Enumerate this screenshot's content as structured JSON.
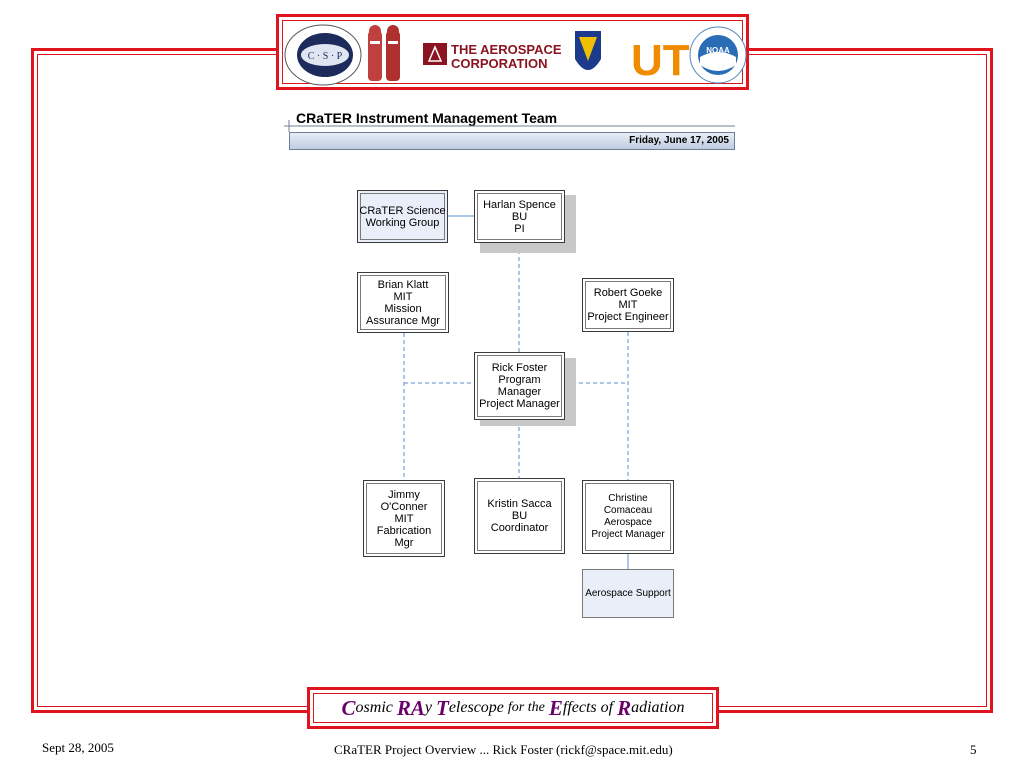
{
  "header": {
    "logos": [
      {
        "icon": "csp-logo",
        "text": "C · S · P"
      },
      {
        "icon": "astronauts-icon"
      },
      {
        "icon": "aerospace-logo",
        "text": "THE AEROSPACE CORPORATION"
      },
      {
        "icon": "shield-icon"
      },
      {
        "icon": "ut-logo",
        "text": "UT"
      },
      {
        "icon": "noaa-logo",
        "text": "NOAA"
      }
    ]
  },
  "chart": {
    "title": "CRaTER Instrument Management Team",
    "date": "Friday, June 17, 2005"
  },
  "nodes": {
    "science": [
      "CRaTER Science",
      "Working Group"
    ],
    "spence": [
      "Harlan Spence",
      "BU",
      "PI"
    ],
    "klatt": [
      "Brian Klatt",
      "MIT",
      "Mission",
      "Assurance Mgr"
    ],
    "goeke": [
      "Robert Goeke",
      "MIT",
      "Project Engineer"
    ],
    "foster": [
      "Rick Foster",
      "Program",
      "Manager",
      "Project Manager"
    ],
    "oconner": [
      "Jimmy",
      "O'Conner",
      "MIT",
      "Fabrication",
      "Mgr"
    ],
    "sacca": [
      "Kristin Sacca",
      "BU",
      "Coordinator"
    ],
    "comaceau": [
      "Christine",
      "Comaceau",
      "Aerospace",
      "Project Manager"
    ],
    "support": [
      "Aerospace Support"
    ]
  },
  "tagline": {
    "c": "C",
    "osmic": "osmic ",
    "ra": "RA",
    "y": "y ",
    "t": "T",
    "elescope": "elescope ",
    "forthe": "for the ",
    "e": "E",
    "ffects": "ffects of ",
    "r": "R",
    "adiation": "adiation"
  },
  "footer": {
    "date": "Sept 28, 2005",
    "center": "CRaTER Project Overview ... Rick Foster (rickf@space.mit.edu)",
    "page": "5"
  },
  "colors": {
    "frame": "#e0141e",
    "tagline_caps": "#6a006a",
    "connector": "#5b8fd6"
  }
}
